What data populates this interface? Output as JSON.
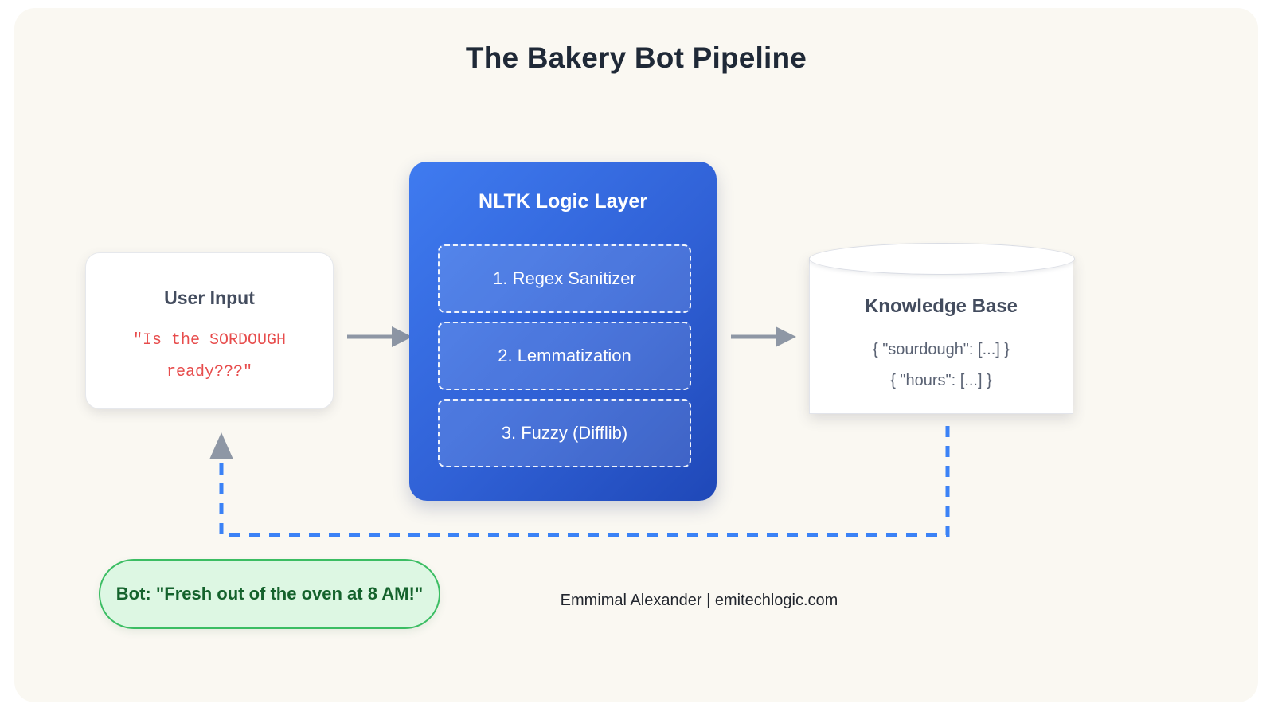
{
  "page": {
    "title": "The Bakery Bot Pipeline",
    "background_color": "#faf8f2",
    "title_color": "#1f2937"
  },
  "user_input": {
    "title": "User Input",
    "message": "\"Is the SORDOUGH\nready???\"",
    "text_color": "#e74c4c"
  },
  "nltk": {
    "title": "NLTK Logic Layer",
    "accent_from": "#3f7bf0",
    "accent_to": "#1f48b8",
    "steps": [
      {
        "label": "1. Regex Sanitizer"
      },
      {
        "label": "2. Lemmatization"
      },
      {
        "label": "3. Fuzzy (Difflib)"
      }
    ]
  },
  "knowledge_base": {
    "title": "Knowledge Base",
    "entries": [
      "{ \"sourdough\": [...] }",
      "{ \"hours\": [...] }"
    ]
  },
  "arrows": {
    "forward_color": "#8e97a5",
    "feedback_color": "#3b82f6",
    "feedback_arrowhead_color": "#8e97a5"
  },
  "bot_reply": {
    "text": "Bot: \"Fresh out of the oven at 8 AM!\"",
    "fill": "#ddf7e3",
    "border": "#3bbd63",
    "text_color": "#14622c"
  },
  "credit": {
    "text": "Emmimal Alexander | emitechlogic.com"
  }
}
